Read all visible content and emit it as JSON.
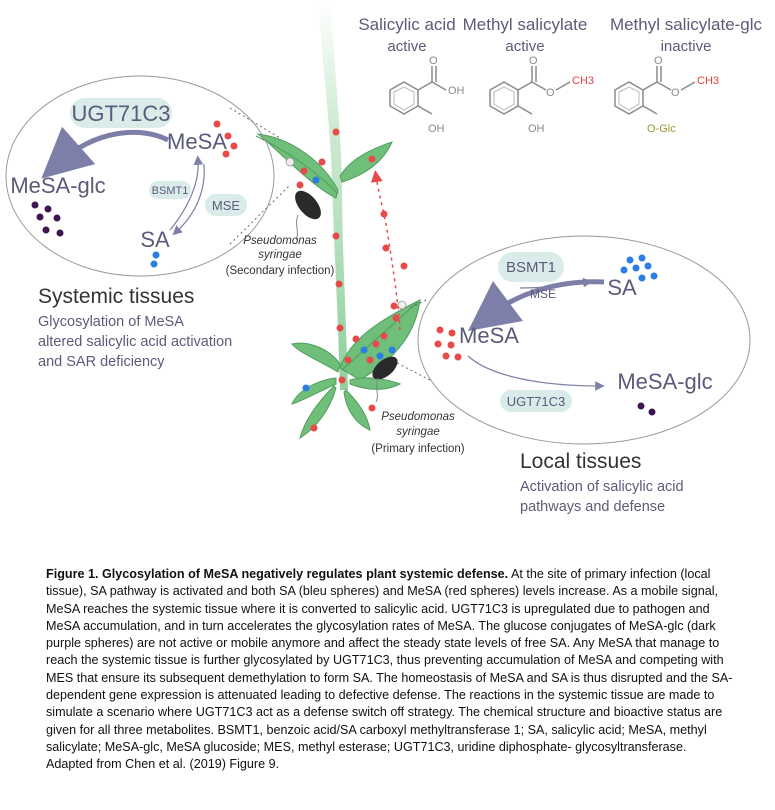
{
  "compounds": [
    {
      "name": "Salicylic acid",
      "status": "active",
      "sub1": "OH",
      "sub2": "OH"
    },
    {
      "name": "Methyl salicylate",
      "status": "active",
      "sub1": "CH3",
      "sub2": "OH"
    },
    {
      "name": "Methyl salicylate-glc",
      "status": "inactive",
      "sub1": "CH3",
      "sub2": "O-Glc"
    }
  ],
  "systemic": {
    "enzyme_top": "UGT71C3",
    "mesa": "MeSA",
    "mesa_glc": "MeSA-glc",
    "sa": "SA",
    "bsmt1": "BSMT1",
    "mse": "MSE",
    "heading": "Systemic tissues",
    "description": [
      "Glycosylation of MeSA",
      "altered salicylic acid activation",
      "and SAR deficiency"
    ],
    "pathogen_name": "Pseudomonas",
    "pathogen_species": "syringae",
    "pathogen_note": "(Secondary infection)"
  },
  "local": {
    "bsmt1": "BSMT1",
    "mse": "MSE",
    "sa": "SA",
    "mesa": "MeSA",
    "mesa_glc": "MeSA-glc",
    "enzyme_bottom": "UGT71C3",
    "heading": "Local tissues",
    "description": [
      "Activation of salicylic acid",
      "pathways and defense"
    ],
    "pathogen_name": "Pseudomonas",
    "pathogen_species": "syringae",
    "pathogen_note": "(Primary infection)"
  },
  "caption": {
    "title": "Figure 1. Glycosylation of MeSA negatively regulates plant systemic defense.",
    "body": " At the site of primary infection (local tissue), SA pathway is activated and both SA (bleu spheres) and MeSA (red spheres) levels increase. As a mobile signal, MeSA reaches the systemic tissue where it is converted to salicylic acid.  UGT71C3 is upregulated due to pathogen and MeSA accumulation, and in turn accelerates the glycosylation rates of MeSA. The glucose conjugates of MeSA-glc (dark purple spheres) are not active or mobile anymore and affect the steady state levels of free SA. Any MeSA that manage to reach the systemic tissue is further glycosylated by UGT71C3, thus preventing accumulation of MeSA and competing with MES that ensure its subsequent demethylation to form SA. The homeostasis of MeSA and SA is thus disrupted and the SA-dependent gene expression is attenuated leading to defective defense. The reactions in the systemic tissue are made to simulate a scenario where UGT71C3 act as a defense switch off strategy. The chemical structure and bioactive status are given for all three metabolites. BSMT1, benzoic acid/SA carboxyl methyltransferase 1; SA, salicylic acid; MeSA, methyl salicylate; MeSA-glc, MeSA glucoside; MES, methyl esterase; UGT71C3, uridine diphosphate- glycosyltransferase. Adapted from Chen et al. (2019) Figure 9."
  },
  "colors": {
    "text": "#5b5b7a",
    "arrow": "#7d7fa8",
    "leaf": "#6fbf7a",
    "leaf_dark": "#4f9e5c",
    "stem": "#bfe3c4",
    "mesa_red": "#e84a4a",
    "sa_blue": "#2a7de1",
    "glc_purple": "#3e1551",
    "enzyme_bg": "#d9ecea",
    "struct": "#8a8a8a",
    "ch3": "#e34040",
    "oglc": "#9a9a30"
  }
}
